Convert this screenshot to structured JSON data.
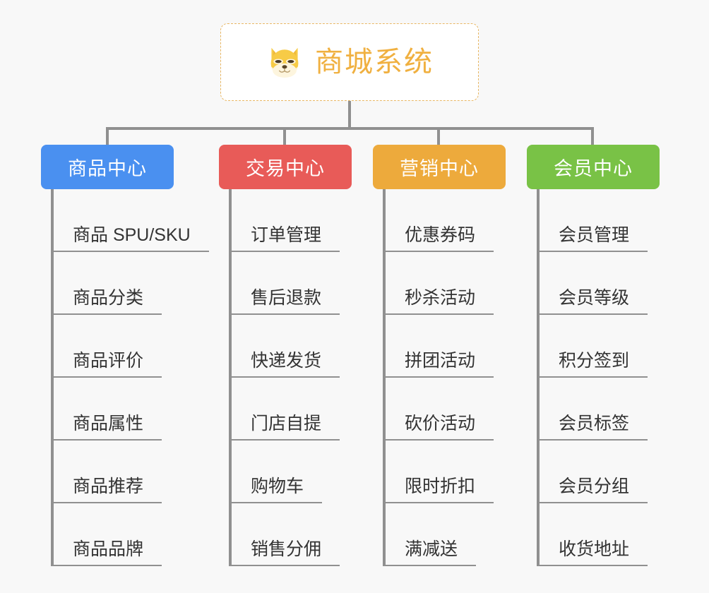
{
  "page": {
    "background_color": "#f8f8f8",
    "line_color": "#909090"
  },
  "root": {
    "title": "商城系统",
    "icon": "shiba-dog-face-icon",
    "text_color": "#f0b040",
    "border_color": "#e8b764",
    "background_color": "#ffffff"
  },
  "branches": [
    {
      "label": "商品中心",
      "color": "#4a90f0",
      "width": 188,
      "items": [
        "商品 SPU/SKU",
        "商品分类",
        "商品评价",
        "商品属性",
        "商品推荐",
        "商品品牌"
      ]
    },
    {
      "label": "交易中心",
      "color": "#e85b58",
      "width": 188,
      "items": [
        "订单管理",
        "售后退款",
        "快递发货",
        "门店自提",
        "购物车",
        "销售分佣"
      ]
    },
    {
      "label": "营销中心",
      "color": "#edaa3c",
      "width": 188,
      "items": [
        "优惠券码",
        "秒杀活动",
        "拼团活动",
        "砍价活动",
        "限时折扣",
        "满减送"
      ]
    },
    {
      "label": "会员中心",
      "color": "#79c246",
      "width": 188,
      "items": [
        "会员管理",
        "会员等级",
        "积分签到",
        "会员标签",
        "会员分组",
        "收货地址"
      ]
    }
  ]
}
